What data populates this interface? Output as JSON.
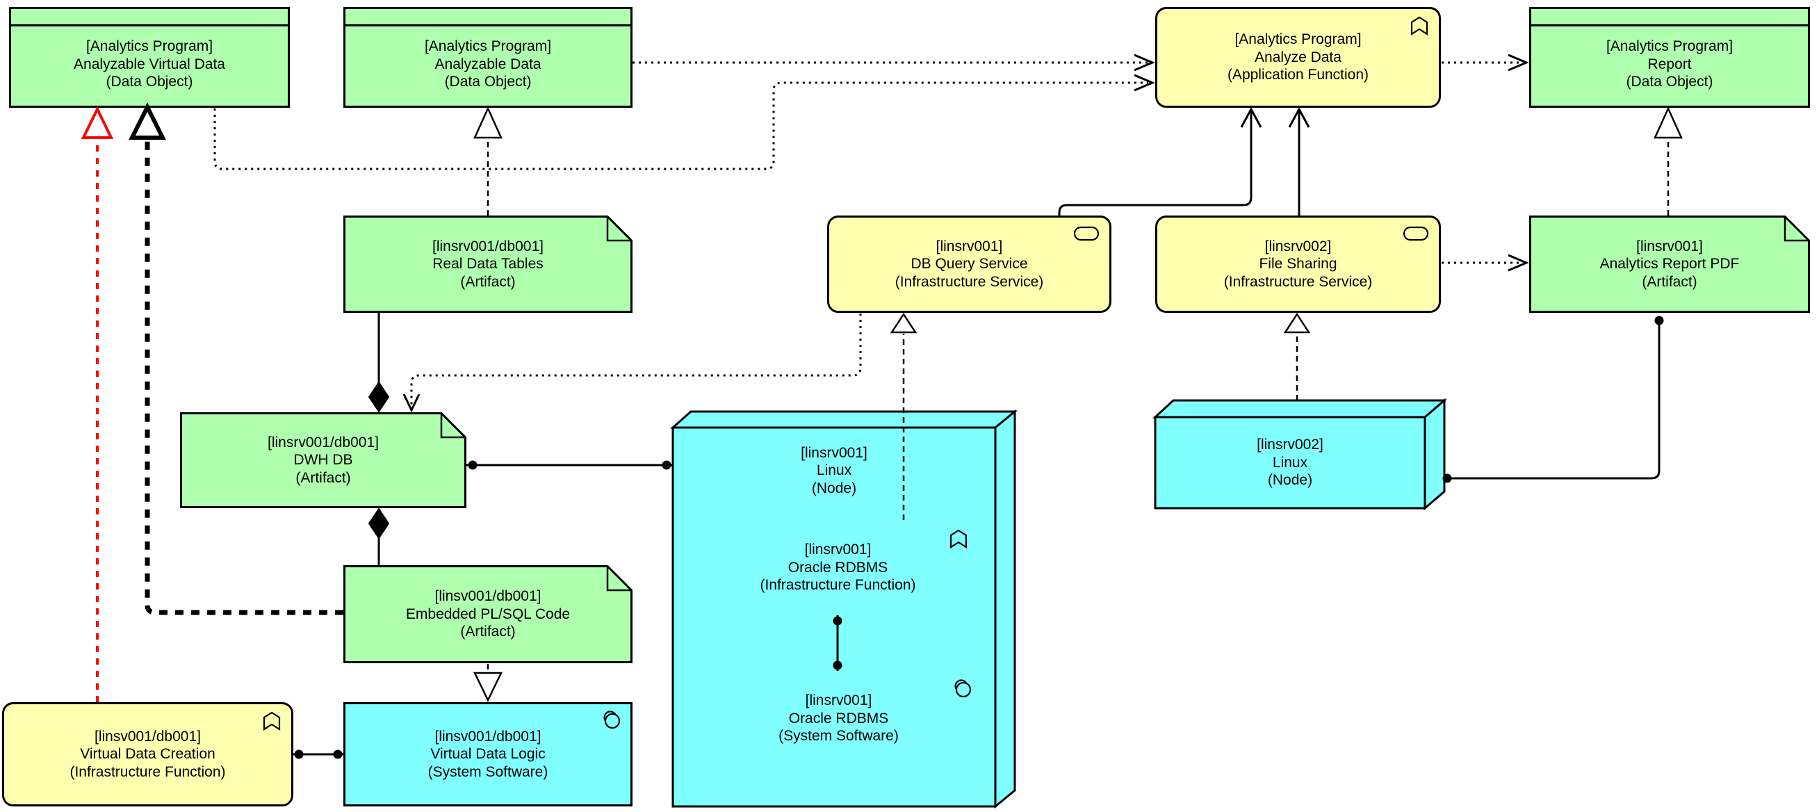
{
  "diagram_type": "archimate-view",
  "colors": {
    "element_green": "#aeffae",
    "element_yellow": "#ffffb0",
    "element_cyan": "#7ffffe",
    "border": "#000000",
    "realization_red": "#ff0000",
    "background": "#ffffff"
  },
  "icons": {
    "function_icon": "upward chevron banner (ArchiMate function)",
    "service_icon": "rounded pill outline (ArchiMate service)",
    "system_software_icon": "two overlapping circles (ArchiMate system software)",
    "artifact_fold": "folded top-right corner (dog-ear)",
    "data_object_band": "top header strip",
    "node_3d": "three-dimensional box"
  },
  "elements": {
    "analyzable_virtual_data": {
      "l1": "[Analytics Program]",
      "l2": "Analyzable Virtual Data",
      "l3": "(Data Object)"
    },
    "analyzable_data": {
      "l1": "[Analytics Program]",
      "l2": "Analyzable Data",
      "l3": "(Data Object)"
    },
    "analyze_data": {
      "l1": "[Analytics Program]",
      "l2": "Analyze Data",
      "l3": "(Application Function)"
    },
    "report": {
      "l1": "[Analytics Program]",
      "l2": "Report",
      "l3": "(Data Object)"
    },
    "real_data_tables": {
      "l1": "[linsrv001/db001]",
      "l2": "Real Data Tables",
      "l3": "(Artifact)"
    },
    "db_query_service": {
      "l1": "[linsrv001]",
      "l2": "DB Query Service",
      "l3": "(Infrastructure Service)"
    },
    "file_sharing": {
      "l1": "[linsrv002]",
      "l2": "File Sharing",
      "l3": "(Infrastructure Service)"
    },
    "analytics_report_pdf": {
      "l1": "[linsrv001]",
      "l2": "Analytics Report PDF",
      "l3": "(Artifact)"
    },
    "dwh_db": {
      "l1": "[linsrv001/db001]",
      "l2": "DWH DB",
      "l3": "(Artifact)"
    },
    "linux_1": {
      "l1": "[linsrv001]",
      "l2": "Linux",
      "l3": "(Node)"
    },
    "linux_2": {
      "l1": "[linsrv002]",
      "l2": "Linux",
      "l3": "(Node)"
    },
    "embedded_plsql_code": {
      "l1": "[linsv001/db001]",
      "l2": "Embedded PL/SQL Code",
      "l3": "(Artifact)"
    },
    "oracle_rdbms_if": {
      "l1": "[linsrv001]",
      "l2": "Oracle RDBMS",
      "l3": "(Infrastructure Function)"
    },
    "oracle_rdbms_ss": {
      "l1": "[linsrv001]",
      "l2": "Oracle RDBMS",
      "l3": "(System Software)"
    },
    "virtual_data_creation": {
      "l1": "[linsv001/db001]",
      "l2": "Virtual Data Creation",
      "l3": "(Infrastructure Function)"
    },
    "virtual_data_logic": {
      "l1": "[linsv001/db001]",
      "l2": "Virtual Data Logic",
      "l3": "(System Software)"
    }
  },
  "relationships": [
    {
      "type": "access-dotted-arrow",
      "source": "analyzable_data",
      "target": "analyze_data"
    },
    {
      "type": "access-dotted-arrow",
      "source": "analyzable_virtual_data",
      "target": "analyze_data"
    },
    {
      "type": "access-dotted-arrow",
      "source": "analyze_data",
      "target": "report"
    },
    {
      "type": "access-dotted-arrow",
      "source": "file_sharing",
      "target": "analytics_report_pdf"
    },
    {
      "type": "access-dotted-arrow",
      "source": "db_query_service",
      "target": "dwh_db"
    },
    {
      "type": "used-by-solid-arrow",
      "source": "db_query_service",
      "target": "analyze_data"
    },
    {
      "type": "used-by-solid-arrow",
      "source": "file_sharing",
      "target": "analyze_data"
    },
    {
      "type": "realization-dashed-triangle",
      "source": "real_data_tables",
      "target": "analyzable_data"
    },
    {
      "type": "realization-dashed-triangle",
      "source": "analytics_report_pdf",
      "target": "report"
    },
    {
      "type": "realization-dashed-triangle",
      "source": "oracle_rdbms_if",
      "target": "db_query_service"
    },
    {
      "type": "realization-dashed-triangle",
      "source": "linux_2",
      "target": "file_sharing"
    },
    {
      "type": "realization-dashed-triangle",
      "source": "embedded_plsql_code",
      "target": "virtual_data_logic"
    },
    {
      "type": "realization-dashed-triangle-red",
      "source": "virtual_data_creation",
      "target": "analyzable_virtual_data"
    },
    {
      "type": "realization-dashed-triangle-bold",
      "source": "embedded_plsql_code",
      "target": "analyzable_virtual_data"
    },
    {
      "type": "composition-diamond",
      "source": "dwh_db",
      "target": "real_data_tables"
    },
    {
      "type": "composition-diamond",
      "source": "dwh_db",
      "target": "embedded_plsql_code"
    },
    {
      "type": "assignment-balls",
      "source": "dwh_db",
      "target": "linux_1"
    },
    {
      "type": "assignment-balls",
      "source": "virtual_data_creation",
      "target": "virtual_data_logic"
    },
    {
      "type": "assignment-balls",
      "source": "oracle_rdbms_if",
      "target": "oracle_rdbms_ss"
    },
    {
      "type": "assignment-balls",
      "source": "linux_2",
      "target": "analytics_report_pdf"
    }
  ]
}
